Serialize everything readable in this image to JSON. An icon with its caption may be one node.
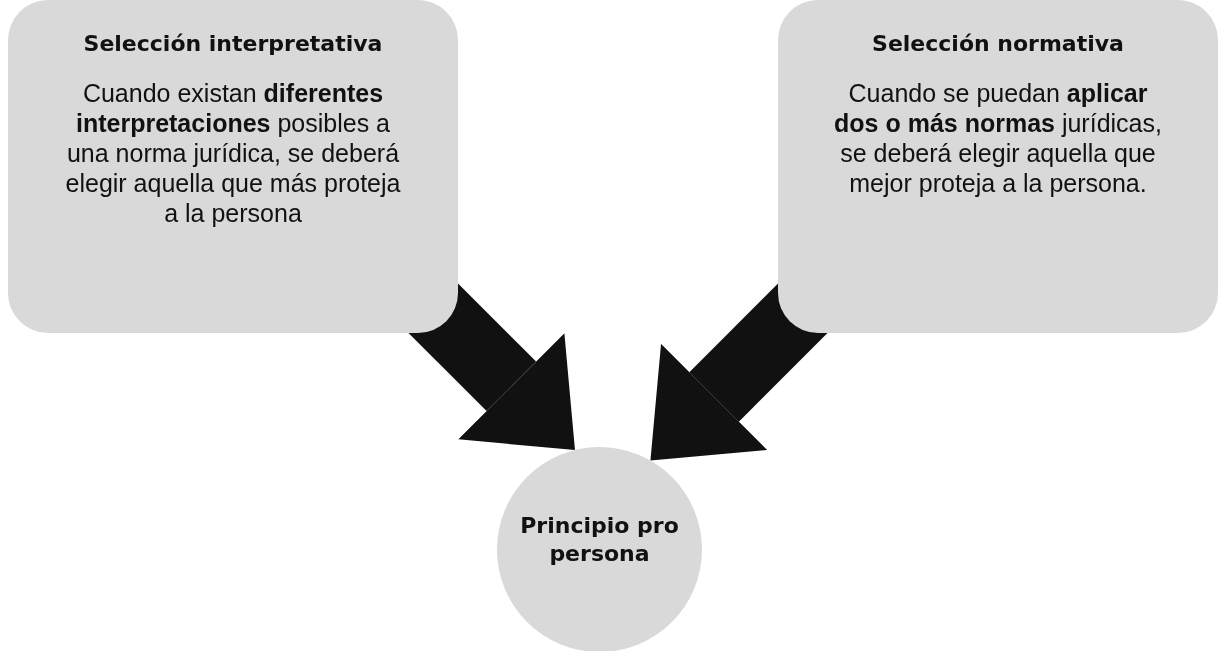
{
  "diagram": {
    "nodes": [
      {
        "text": [
          "Selección interpretativa",
          "Cuando existan **diferentes interpretaciones** posibles a una norma jurídica, se deberá elegir aquella que más proteja a la persona"
        ]
      },
      {
        "text": [
          "Selección normativa",
          "Cuando se puedan **aplicar dos o más normas** jurídicas, se deberá elegir aquella que mejor proteja a la persona."
        ]
      },
      {
        "text": [
          "Principio pro persona"
        ]
      }
    ],
    "edges": [
      {
        "from": 0,
        "to": 2,
        "arrow": "to"
      },
      {
        "from": 1,
        "to": 2,
        "arrow": "to"
      }
    ]
  }
}
